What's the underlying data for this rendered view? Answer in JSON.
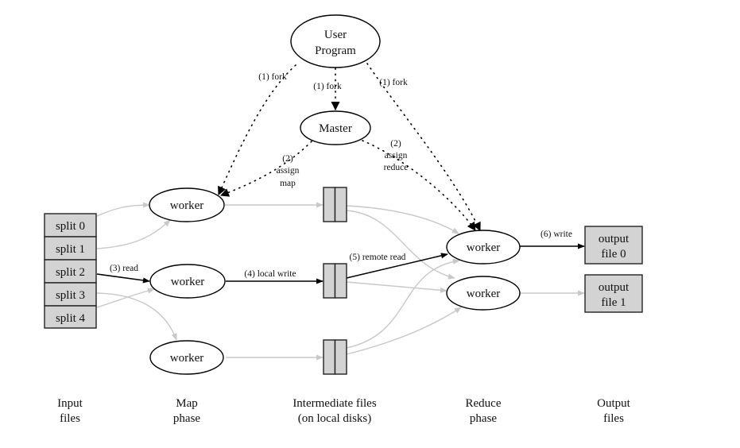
{
  "nodes": {
    "user_program": {
      "line1": "User",
      "line2": "Program"
    },
    "master": "Master",
    "map_workers": [
      "worker",
      "worker",
      "worker"
    ],
    "reduce_workers": [
      "worker",
      "worker"
    ],
    "splits": [
      "split 0",
      "split 1",
      "split 2",
      "split 3",
      "split 4"
    ],
    "outputs": [
      {
        "line1": "output",
        "line2": "file 0"
      },
      {
        "line1": "output",
        "line2": "file 1"
      }
    ]
  },
  "edges": {
    "fork_left": "(1) fork",
    "fork_center": "(1) fork",
    "fork_right": "(1) fork",
    "assign_map": {
      "line1": "(2)",
      "line2": "assign",
      "line3": "map"
    },
    "assign_reduce": {
      "line1": "(2)",
      "line2": "assign",
      "line3": "reduce"
    },
    "read": "(3) read",
    "local_write": "(4) local write",
    "remote_read": "(5) remote read",
    "write": "(6) write"
  },
  "captions": [
    {
      "line1": "Input",
      "line2": "files"
    },
    {
      "line1": "Map",
      "line2": "phase"
    },
    {
      "line1": "Intermediate files",
      "line2": "(on local disks)"
    },
    {
      "line1": "Reduce",
      "line2": "phase"
    },
    {
      "line1": "Output",
      "line2": "files"
    }
  ],
  "colors": {
    "box_fill": "#d3d3d3",
    "active_edge": "#000000",
    "inactive_edge": "#c8c8c8"
  }
}
